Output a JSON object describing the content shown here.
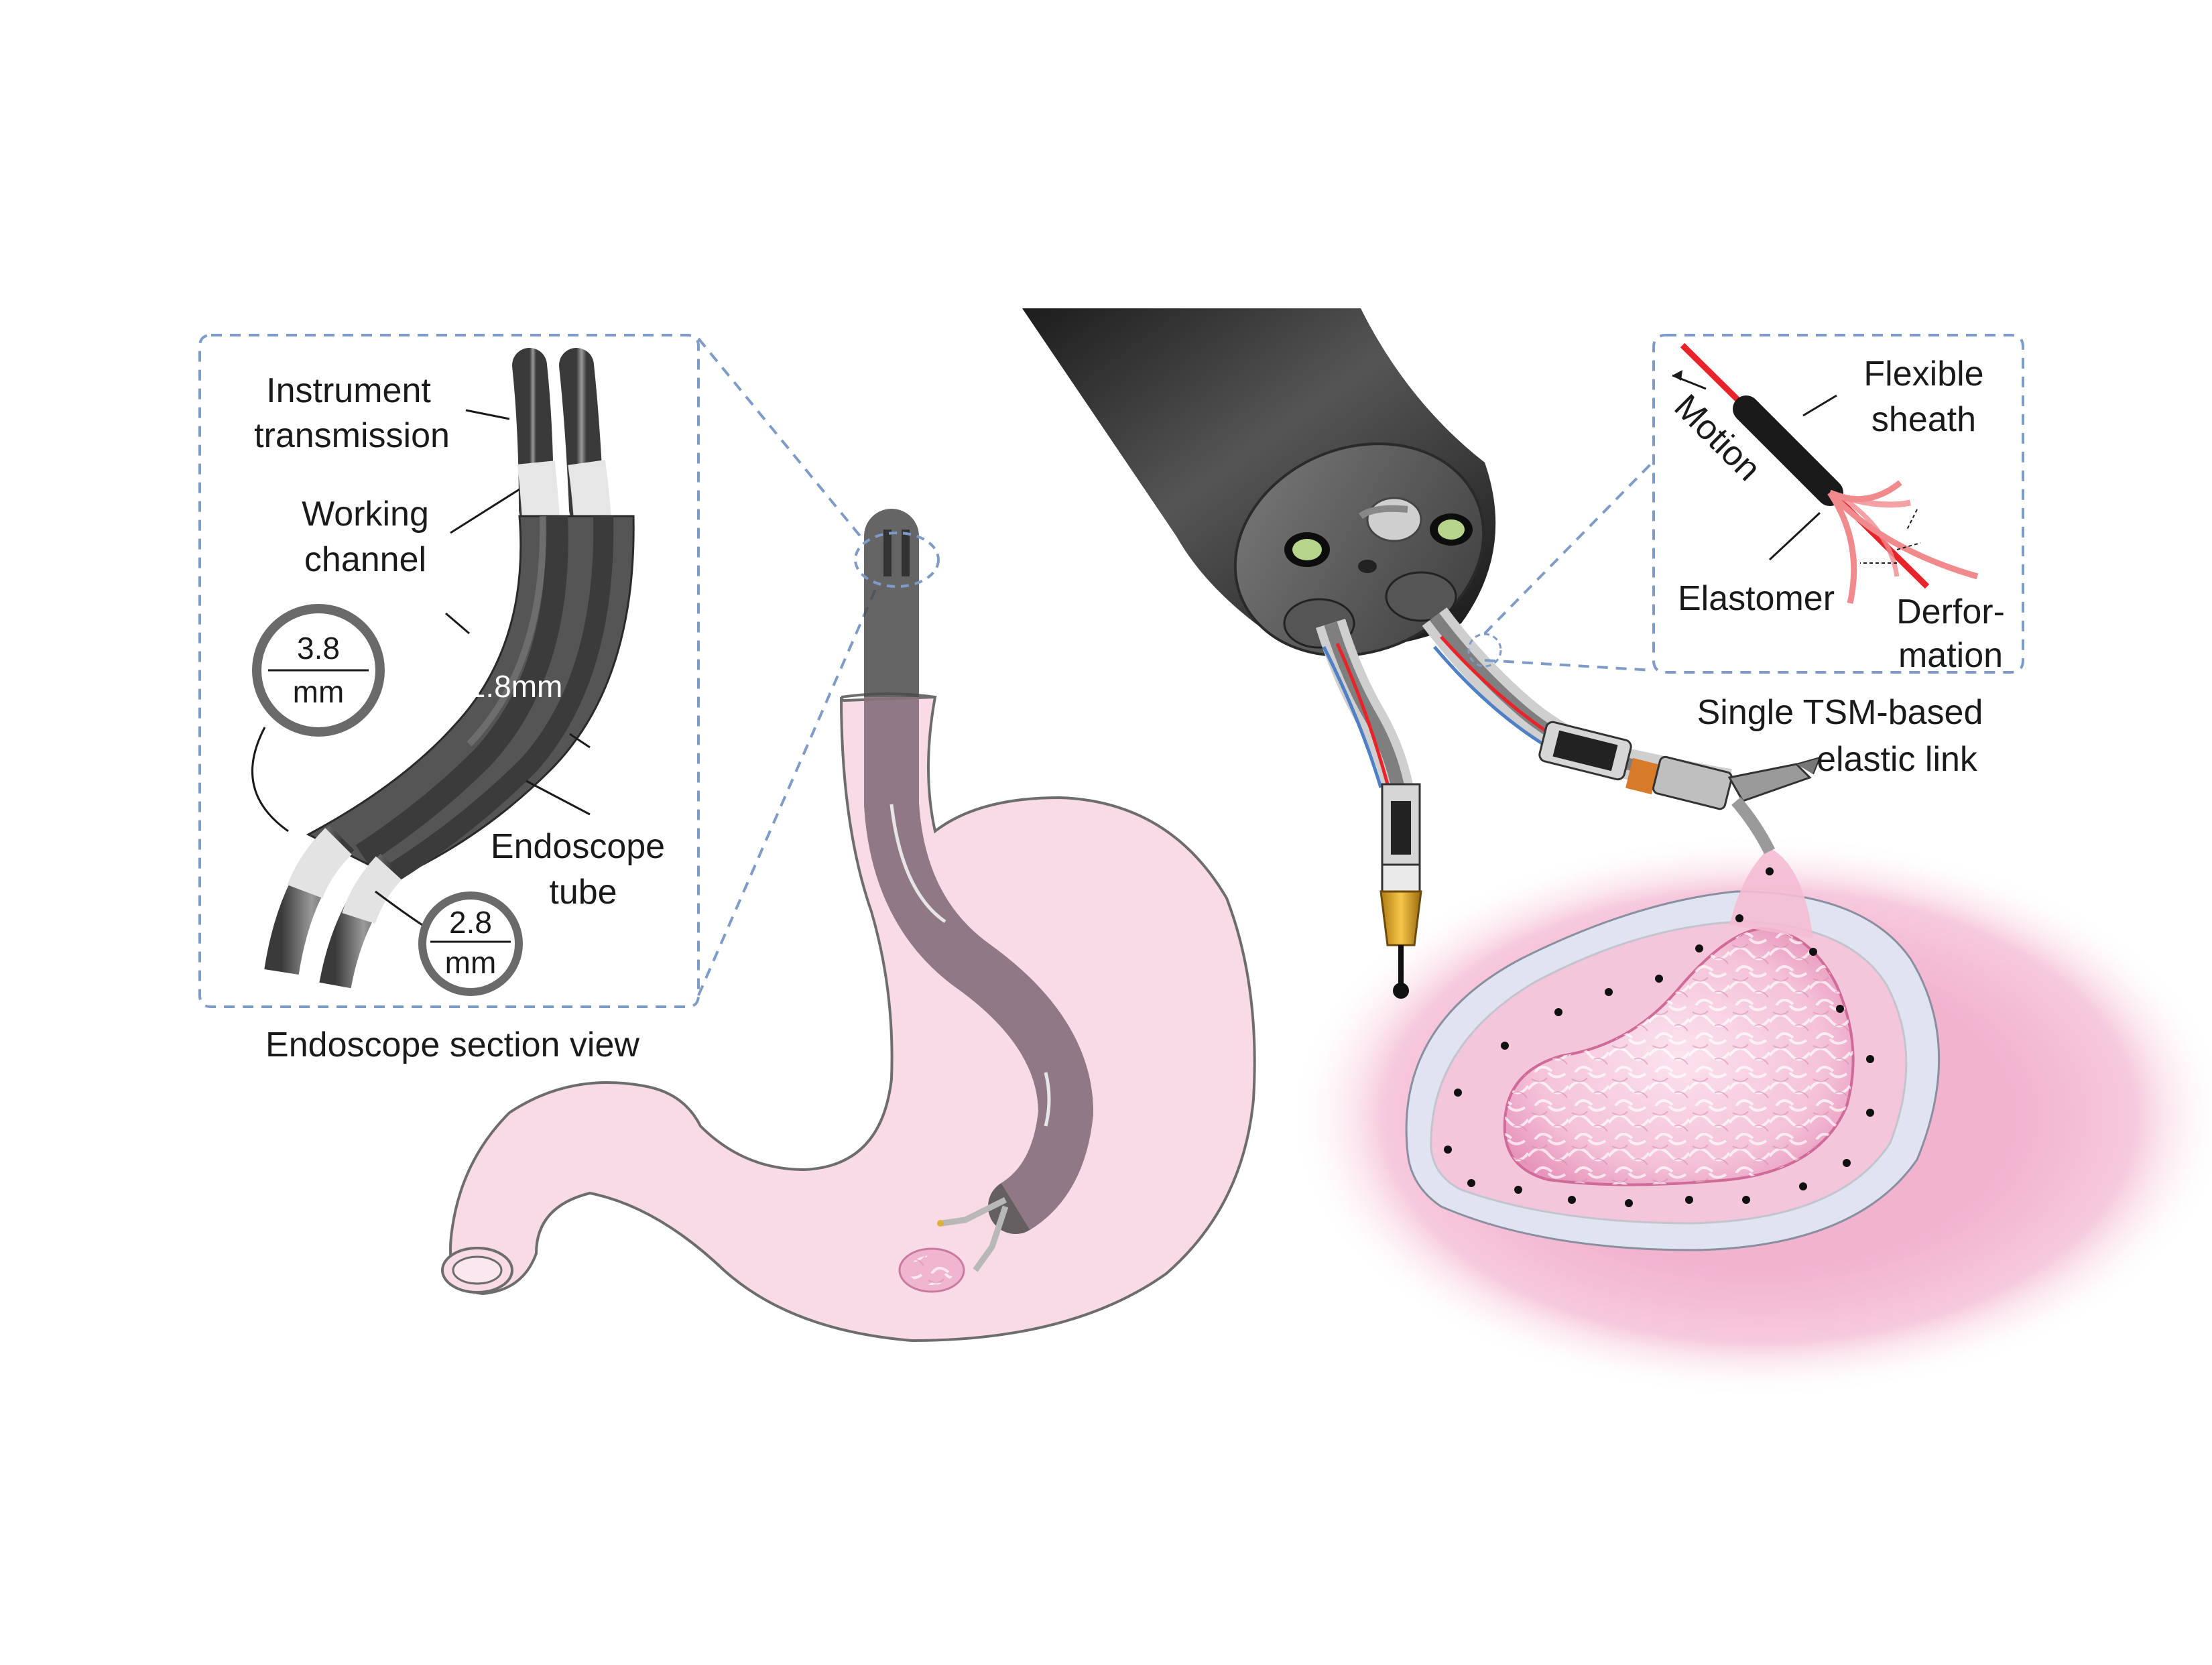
{
  "section_view": {
    "labels": {
      "instrument": [
        "Instrument",
        "transmission"
      ],
      "working": [
        "Working",
        "channel"
      ],
      "tube": [
        "Endoscope",
        "tube"
      ],
      "diameter": "11.8mm",
      "channel_a": [
        "3.8",
        "mm"
      ],
      "channel_b": [
        "2.8",
        "mm"
      ]
    },
    "caption": "Endoscope section view"
  },
  "link_view": {
    "labels": {
      "flexible": [
        "Flexible",
        "sheath"
      ],
      "motion": "Motion",
      "elastomer": "Elastomer",
      "deformation": [
        "Derfor-",
        "mation"
      ]
    },
    "caption": [
      "Single TSM-based",
      "elastic link"
    ]
  },
  "colors": {
    "dashed_box": "#7f9cc8",
    "stomach_fill": "#f9dbe7",
    "stomach_stroke": "#6d6d6d",
    "tube_dark": "#4a4a4a",
    "wire_red": "#e8232a",
    "tissue_pink": "#eea3c6",
    "marker_dots": "#111111"
  }
}
